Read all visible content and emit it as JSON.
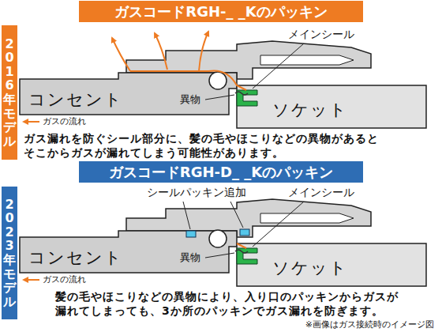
{
  "diagram": {
    "caption": "※画像はガス接続時のイメージ図",
    "nodes": [
      {
        "text": [
          "ガスコードRGH-_ _Kのパッキン"
        ]
      },
      {
        "text": [
          "2016年モデル"
        ]
      },
      {
        "text": [
          "ガスコードRGH-D_ _Kのパッキン"
        ]
      },
      {
        "text": [
          "2023年モデル"
        ]
      }
    ],
    "labels": [
      "メインシール",
      "コンセント",
      "異物",
      "ソケット",
      "ガスの流れ",
      "ガス漏れを防ぐシール部分に、髪の毛やほこりなどの異物があると そこからガスが漏れてしまう可能性があります。",
      "シールパッキン追加",
      "メインシール",
      "コンセント",
      "異物",
      "ソケット",
      "ガスの流れ",
      "髪の毛やほこりなどの異物により、入り口のパッキンからガスが 漏れてしまっても、3か所のパッキンでガス漏れを防ぎます。"
    ]
  }
}
